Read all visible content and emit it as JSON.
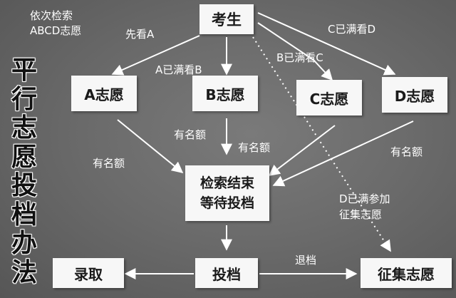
{
  "note": {
    "line1": "依次检索",
    "line2": "ABCD志愿"
  },
  "title_chars": [
    "平",
    "行",
    "志",
    "愿",
    "投",
    "档",
    "办",
    "法"
  ],
  "nodes": {
    "candidate": "考生",
    "a": "A志愿",
    "b": "B志愿",
    "c": "C志愿",
    "d": "D志愿",
    "wait_line1": "检索结束",
    "wait_line2": "等待投档",
    "submit": "投档",
    "admit": "录取",
    "solicit": "征集志愿"
  },
  "edges": {
    "first_a": "先看A",
    "a_full_b": "A已满看B",
    "b_full_c": "B已满看C",
    "c_full_d": "C已满看D",
    "quota_a": "有名额",
    "quota_b1": "有名额",
    "quota_b2": "有名额",
    "quota_d": "有名额",
    "d_full_line1": "D已满参加",
    "d_full_line2": "征集志愿",
    "return": "退档"
  }
}
